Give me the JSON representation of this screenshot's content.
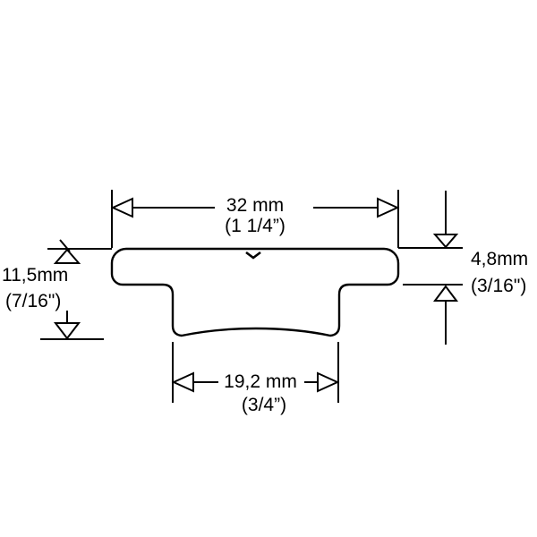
{
  "drawing": {
    "labels": {
      "top_width_mm": "32 mm",
      "top_width_in": "(1 1/4”)",
      "flange_thickness_mm": "4,8mm",
      "flange_thickness_in": "(3/16\")",
      "total_height_mm": "11,5mm",
      "total_height_in": "(7/16\")",
      "bottom_width_mm": "19,2 mm",
      "bottom_width_in": "(3/4”)"
    },
    "colors": {
      "line": "#000000",
      "background": "#ffffff"
    }
  }
}
